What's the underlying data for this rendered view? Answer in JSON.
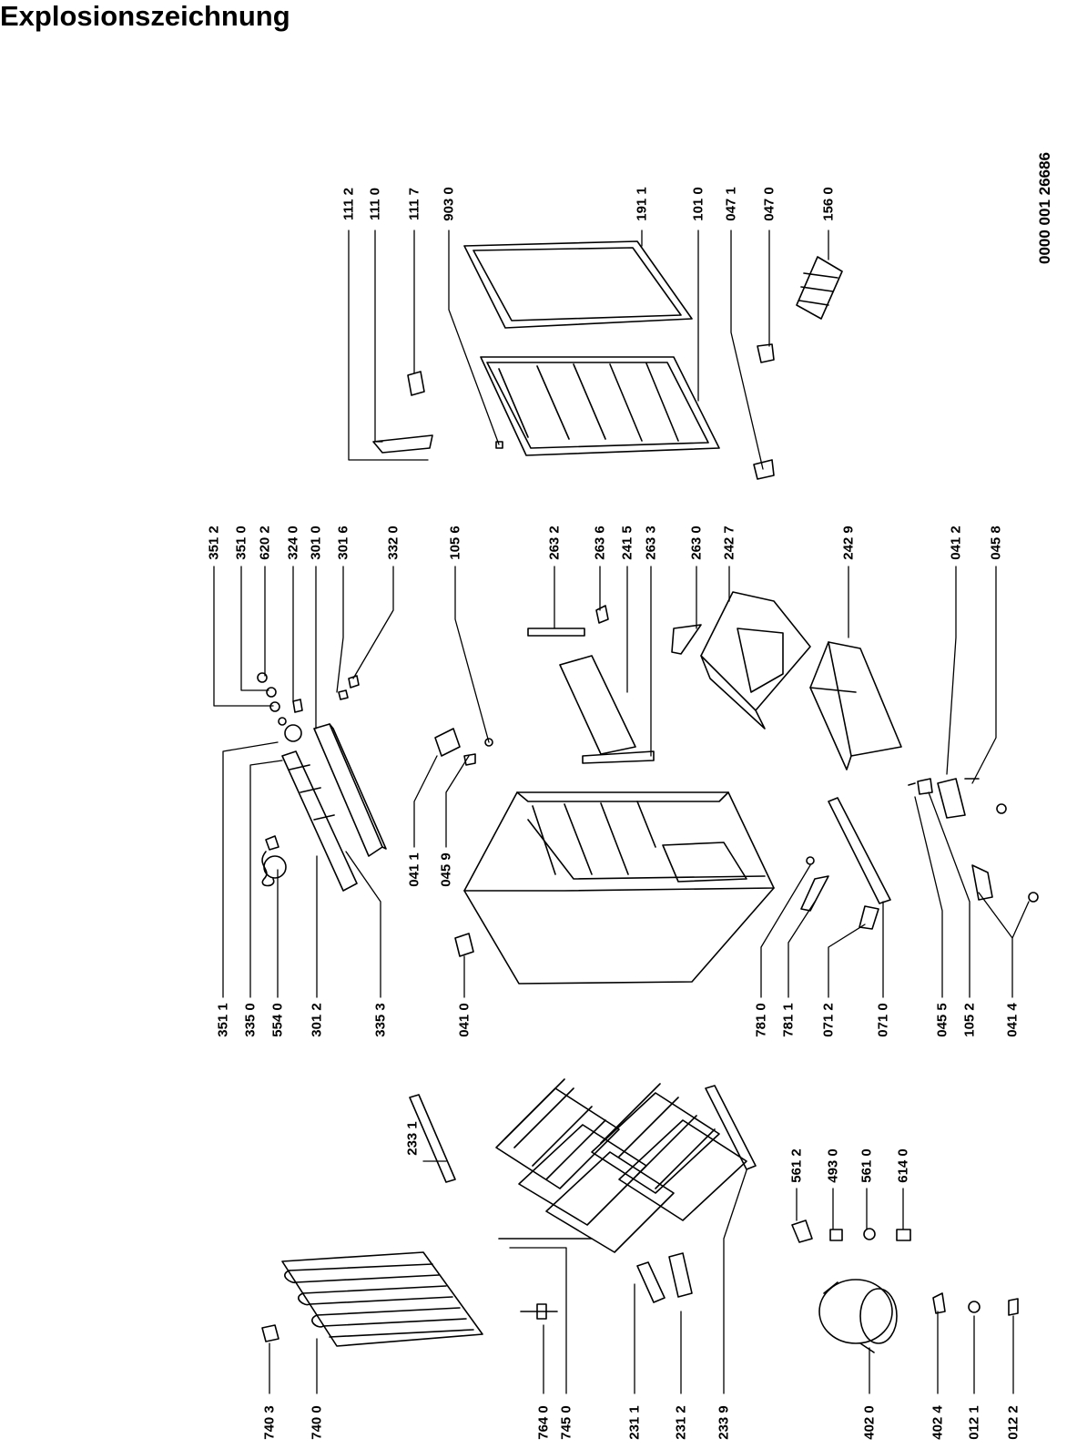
{
  "header": {
    "title": "Explosionszeichnung"
  },
  "document_number": "0000 001 26686",
  "part_labels": {
    "p1112": "111 2",
    "p1110": "111 0",
    "p1117": "111 7",
    "p9030": "903 0",
    "p1911": "191 1",
    "p1010": "101 0",
    "p0471": "047 1",
    "p0470": "047 0",
    "p1560": "156 0",
    "p3512": "351 2",
    "p3510": "351 0",
    "p6202": "620 2",
    "p3240": "324 0",
    "p3010": "301 0",
    "p3016": "301 6",
    "p3320": "332 0",
    "p1056": "105 6",
    "p2632": "263 2",
    "p2636": "263 6",
    "p2415": "241 5",
    "p2633": "263 3",
    "p2630": "263 0",
    "p2427": "242 7",
    "p2429": "242 9",
    "p0412": "041 2",
    "p0458": "045 8",
    "p3511": "351 1",
    "p3350": "335 0",
    "p5540": "554 0",
    "p3012": "301 2",
    "p3353": "335 3",
    "p0410": "041 0",
    "p0411": "041 1",
    "p0459": "045 9",
    "p7810": "781 0",
    "p7811": "781 1",
    "p0712": "071 2",
    "p0710": "071 0",
    "p0455": "045 5",
    "p1052": "105 2",
    "p0414": "041 4",
    "p2331": "233 1",
    "p5612": "561 2",
    "p4930": "493 0",
    "p5610": "561 0",
    "p6140": "614 0",
    "p7403": "740 3",
    "p7400": "740 0",
    "p7640": "764 0",
    "p7450": "745 0",
    "p2311": "231 1",
    "p2312": "231 2",
    "p2339": "233 9",
    "p4020": "402 0",
    "p4024": "402 4",
    "p0121": "012 1",
    "p0122": "012 2"
  }
}
